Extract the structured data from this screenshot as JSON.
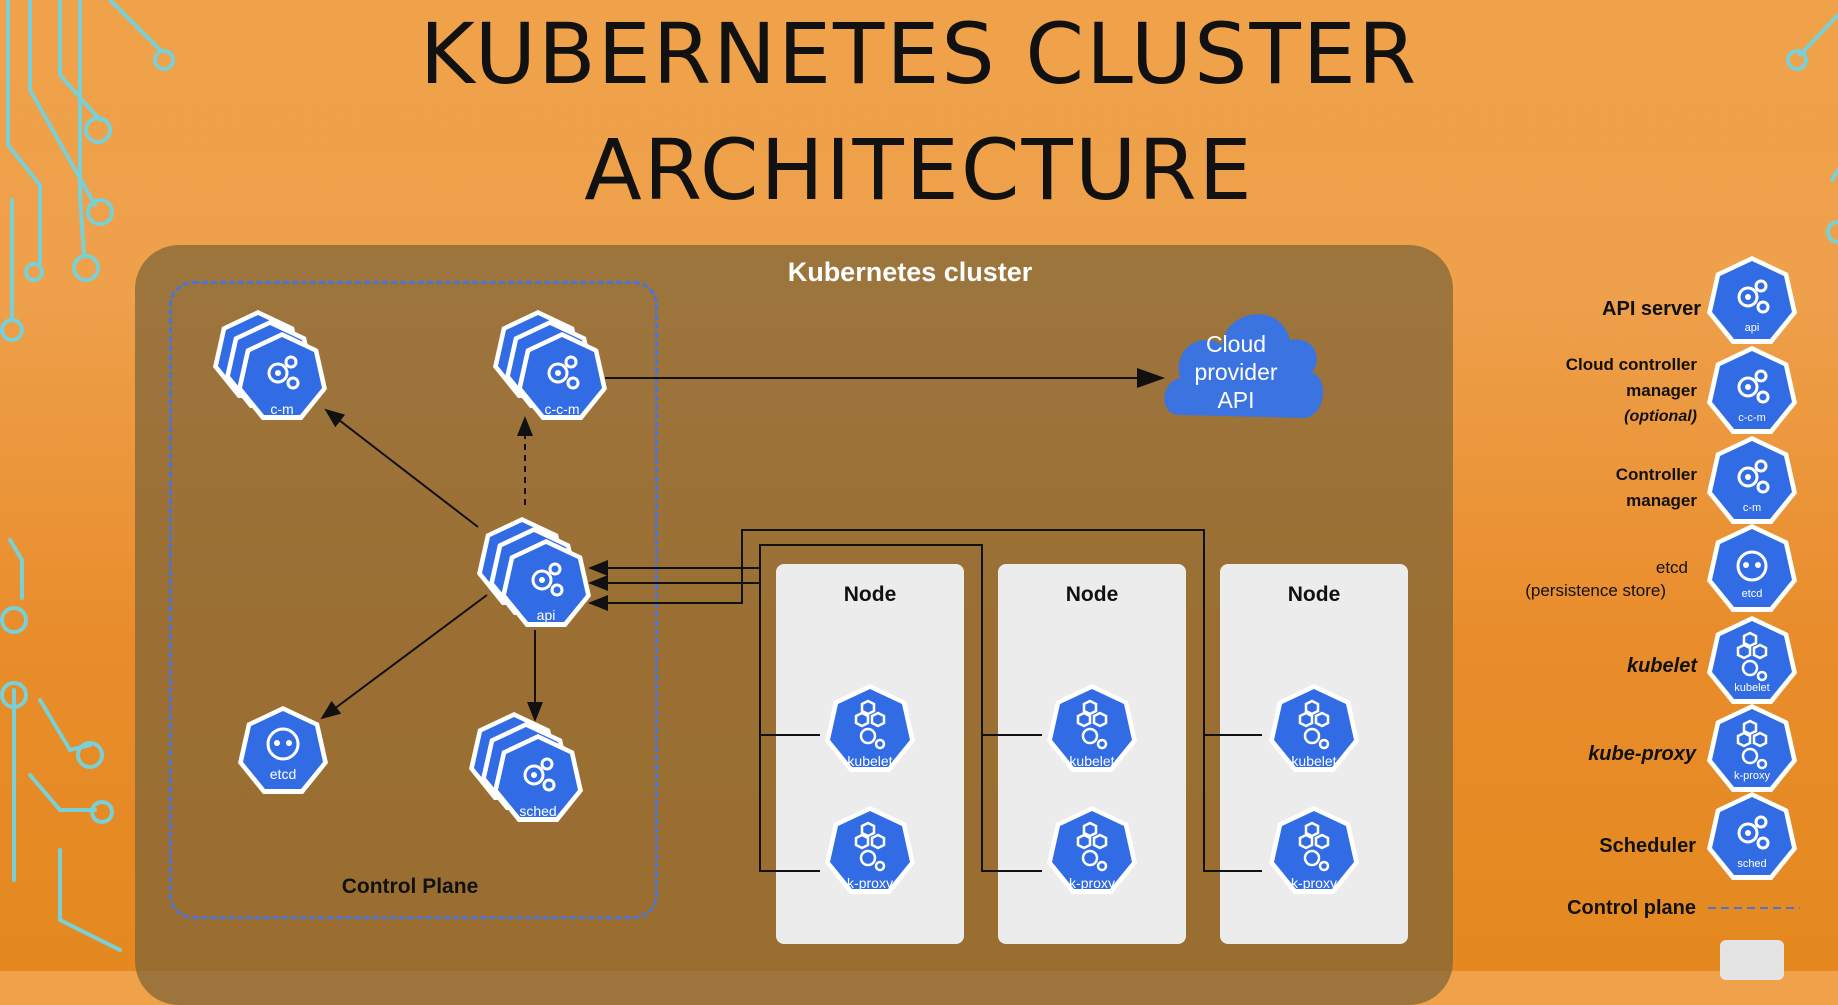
{
  "title": {
    "line1": "KUBERNETES CLUSTER",
    "line2": "ARCHITECTURE"
  },
  "cluster": {
    "label": "Kubernetes cluster"
  },
  "control_plane": {
    "label": "Control Plane"
  },
  "cloud": {
    "line1": "Cloud",
    "line2": "provider",
    "line3": "API"
  },
  "components": {
    "cm": "c-m",
    "ccm": "c-c-m",
    "api": "api",
    "etcd": "etcd",
    "sched": "sched"
  },
  "nodes": [
    {
      "label": "Node",
      "kubelet": "kubelet",
      "kproxy": "k-proxy"
    },
    {
      "label": "Node",
      "kubelet": "kubelet",
      "kproxy": "k-proxy"
    },
    {
      "label": "Node",
      "kubelet": "kubelet",
      "kproxy": "k-proxy"
    }
  ],
  "legend": {
    "api_server": "API server",
    "ccm_line1": "Cloud controller",
    "ccm_line2": "manager",
    "ccm_line3": "(optional)",
    "cm_line1": "Controller",
    "cm_line2": "manager",
    "etcd_line1": "etcd",
    "etcd_line2": "(persistence store)",
    "kubelet": "kubelet",
    "kube_proxy": "kube-proxy",
    "scheduler": "Scheduler",
    "control_plane": "Control plane",
    "icons": {
      "api": "api",
      "ccm": "c-c-m",
      "cm": "c-m",
      "etcd": "etcd",
      "kubelet": "kubelet",
      "kproxy": "k-proxy",
      "sched": "sched"
    }
  },
  "colors": {
    "background": "#ee9a3a",
    "cluster": "#7d6437",
    "k8s_blue": "#326ce5",
    "control_plane_border": "#4a74d8",
    "node_bg": "#ececec"
  }
}
